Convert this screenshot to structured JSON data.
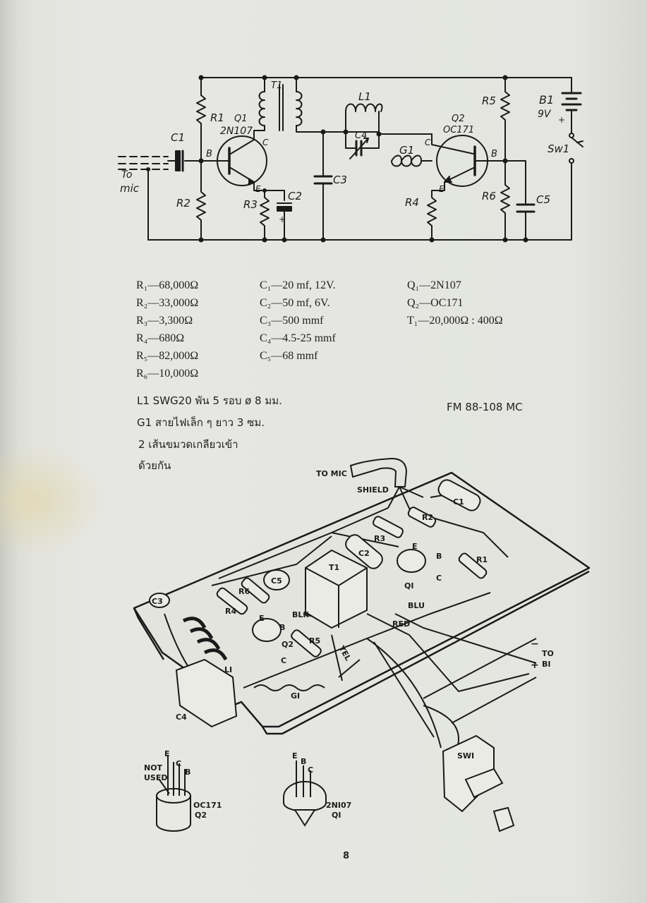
{
  "schematic": {
    "labels": {
      "r1": "R1",
      "r2": "R2",
      "r3": "R3",
      "r4": "R4",
      "r5": "R5",
      "r6": "R6",
      "c1": "C1",
      "c2": "C2",
      "c3": "C3",
      "c4": "C4",
      "c5": "C5",
      "l1": "L1",
      "g1": "G1",
      "t1": "T1",
      "q1": "Q1",
      "q1_type": "2N107",
      "q2": "Q2",
      "q2_type": "OC171",
      "b1": "B1",
      "b1_volt": "9V",
      "sw1": "Sw1",
      "to": "To",
      "mic": "mic",
      "base": "B",
      "collector": "C",
      "emitter": "E",
      "plus": "+"
    }
  },
  "parts_list": {
    "resistors": [
      "R₁—68,000Ω",
      "R₂—33,000Ω",
      "R₃—3,300Ω",
      "R₄—680Ω",
      "R₅—82,000Ω",
      "R₆—10,000Ω"
    ],
    "capacitors": [
      "C₁—20 mf, 12V.",
      "C₂—50 mf,  6V.",
      "C₃—500 mmf",
      "C₄—4.5-25 mmf",
      "C₅—68 mmf"
    ],
    "semis": [
      "Q₁—2N107",
      "Q₂—OC171",
      "T₁—20,000Ω : 400Ω"
    ]
  },
  "notes": {
    "l1": "L1 SWG20 พัน 5 รอบ ø 8 มม.",
    "g1": "G1  สายไฟเล็ก ๆ ยาว 3 ซม.",
    "g1_line2": "2 เส้นขมวดเกลียวเข้า",
    "g1_line3": "ด้วยกัน",
    "fm": "FM 88-108 MC"
  },
  "pictorial": {
    "labels": {
      "to_mic": "TO MIC",
      "shield": "SHIELD",
      "c1": "C1",
      "c2": "C2",
      "c3": "C3",
      "c4": "C4",
      "c5": "C5",
      "r1": "R1",
      "r2": "R2",
      "r3": "R3",
      "r4": "R4",
      "r5": "R5",
      "r6": "R6",
      "t1": "T1",
      "q1": "QI",
      "q2": "Q2",
      "l1": "LI",
      "g1": "GI",
      "blk": "BLK",
      "blu": "BLU",
      "red": "RED",
      "yel": "YEL",
      "to_b1": "TO\nBI",
      "to": "TO",
      "bi": "BI",
      "minus": "−",
      "plus": "+",
      "sw1": "SWI",
      "e": "E",
      "b": "B",
      "c": "C"
    }
  },
  "pinouts": {
    "oc171": {
      "not_used": "NOT\nUSED",
      "not": "NOT",
      "used": "USED",
      "e": "E",
      "c": "C",
      "b": "B",
      "name": "OC171",
      "ref": "Q2"
    },
    "n2n107": {
      "e": "E",
      "b": "B",
      "c": "C",
      "name": "2NI07",
      "ref": "QI"
    }
  },
  "page_number": "8"
}
